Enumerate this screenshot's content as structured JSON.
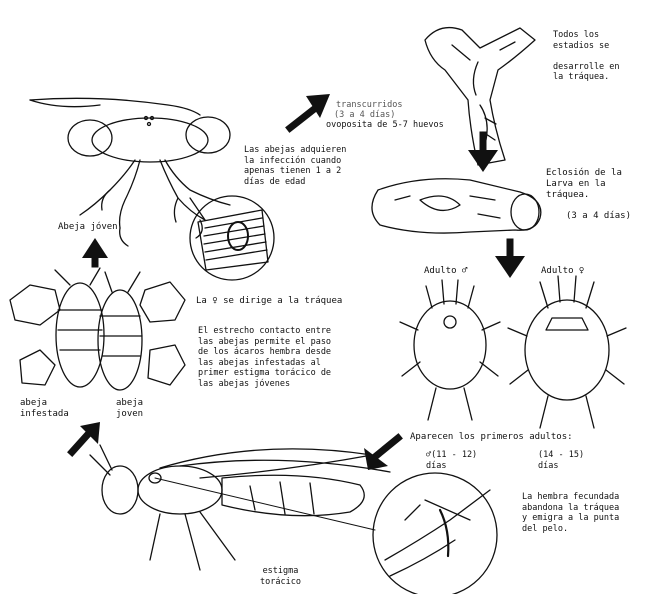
{
  "trachea_stage": {
    "caption": "Todos los\nestadios se\n\ndesarrolle en\nla tráquea."
  },
  "oviposition": {
    "line1": "transcurridos",
    "line2": "(3 a 4 días)",
    "line3": "ovoposita de 5-7 huevos"
  },
  "young_bee_infestation": {
    "caption": "Las abejas adquieren\nla infección cuando\napenas tienen 1 a 2\ndías de edad",
    "label": "Abeja jóven"
  },
  "larva": {
    "caption": "Eclosión de la\nLarva en la\ntráquea.",
    "duration": "(3 a 4 días)"
  },
  "female_to_trachea": {
    "caption": "La ♀ se dirige a la tráquea"
  },
  "adults": {
    "male": "Adulto ♂",
    "female": "Adulto ♀"
  },
  "transmission": {
    "caption": "El estrecho contacto entre\nlas abejas permite el paso\nde los ácaros hembra desde\nlas abejas infestadas al\nprimer  estigma  torácico de\nlas abejas jóvenes",
    "infested_label": "abeja\ninfestada",
    "young_label": "abeja\njoven"
  },
  "first_adults": {
    "caption": "Aparecen los primeros adultos:",
    "male_days": "♂(11 - 12)\n días",
    "female_days": "(14 - 15)\n días"
  },
  "spiracle": {
    "label": "estigma\ntorácico"
  },
  "fertilized_female": {
    "caption": "La hembra fecundada\nabandona la tráquea\ny emigra a la punta\ndel pelo."
  }
}
